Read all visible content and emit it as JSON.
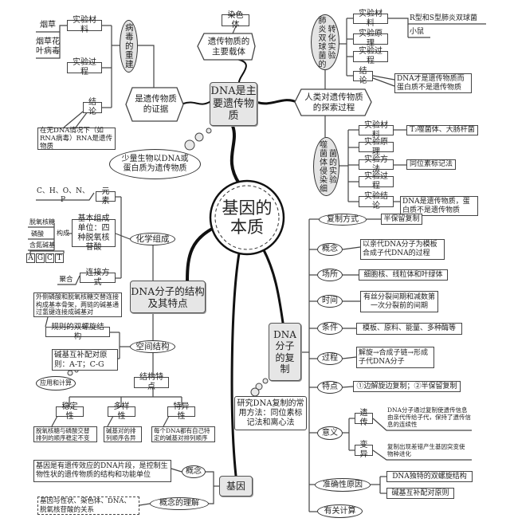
{
  "center": "基因的本质",
  "dna_main": {
    "title": "DNA是主要遗传物质",
    "carrier": "遗传物质的主要载体",
    "chromosome": "染色体",
    "evidence": "是遗传物质的证据",
    "minor": "少量生物以DNA或蛋白质为遗传物质",
    "virus": {
      "title": "病毒的重建",
      "material": "实验材料",
      "materials": [
        "烟草",
        "烟草花叶病毒"
      ],
      "process": "实验过程",
      "conclusion": "结论",
      "conclusion_text": "在无DNA情况下（如RNA病毒）RNA是遗传物质"
    }
  },
  "explore": {
    "title": "人类对遗传物质的探索过程",
    "pneumo": {
      "title": "肺炎双球菌的转化实验",
      "items": [
        "实验材料",
        "实验原理",
        "实验过程",
        "结论"
      ],
      "materials": [
        "R型和S型肺炎双球菌",
        "小鼠"
      ],
      "conclusion_text": "DNA才是遗传物质而蛋白质不是遗传物质"
    },
    "phage": {
      "title": "噬菌体侵染细菌的实验",
      "items": [
        "实验材料",
        "实验原理",
        "实验方法",
        "实验过程",
        "实验结论"
      ],
      "material_text": "T₂噬菌体、大肠杆菌",
      "method_text": "同位素标记法",
      "conclusion_text": "DNA是遗传物质，蛋白质不是遗传物质"
    }
  },
  "structure": {
    "title": "DNA分子的结构及其特点",
    "chem": {
      "title": "化学组成",
      "element": "元素",
      "element_text": "C、H、O、N、P",
      "unit": "基本组成单位：四种脱氧核苷酸",
      "parts": [
        "脱氧核糖",
        "磷酸",
        "含氮碱基"
      ],
      "compose": "构成",
      "bases": [
        "A",
        "G",
        "C",
        "T"
      ],
      "link": "连接方式",
      "link_text": "聚合"
    },
    "spatial": {
      "title": "空间结构",
      "outer": "外侧磷酸和脱氧核糖交替连接构成基本骨架，两链的碱基通过氢键连接成碱基对",
      "helix": "规则的双螺旋结构",
      "pairing": "碱基互补配对原则：A-T；C-G",
      "calc": "应用和计算"
    },
    "features": {
      "title": "结构特点",
      "items": [
        {
          "label": "稳定性",
          "desc": "脱氧核糖与磷酸交替排列的顺序稳定不变"
        },
        {
          "label": "多样性",
          "desc": "碱基对的排列顺序各异"
        },
        {
          "label": "特异性",
          "desc": "每个DNA都有自己特定的碱基对排列顺序"
        }
      ]
    }
  },
  "gene": {
    "title": "基因",
    "concept": "概念",
    "concept_text": "基因是有遗传效应的DNA片段，是控制生物性状的遗传物质的结构和功能单位",
    "understanding": "概念的理解",
    "understanding_text": "基因与性状、染色体、DNA、脱氧核苷酸的关系"
  },
  "replication": {
    "title": "DNA分子的复制",
    "method": "研究DNA复制的常用方法：同位素标记法和离心法",
    "items": [
      {
        "label": "复制方式",
        "desc": "半保留复制"
      },
      {
        "label": "概念",
        "desc": "以亲代DNA分子为模板合成子代DNA的过程"
      },
      {
        "label": "场所",
        "desc": "细胞核、线粒体和叶绿体"
      },
      {
        "label": "时间",
        "desc": "有丝分裂间期和减数第一次分裂前的间期"
      },
      {
        "label": "条件",
        "desc": "模板、原料、能量、多种酶等"
      },
      {
        "label": "过程",
        "desc": "解旋→合成子链→形成子代DNA分子"
      },
      {
        "label": "特点",
        "desc": "①边解旋边复制；②半保留复制"
      }
    ],
    "meaning": {
      "label": "意义",
      "heredity": "遗传",
      "heredity_text": "DNA分子通过复制使遗传信息由亲代传给子代，保持了遗传信息的连续性",
      "variation": "变异",
      "variation_text": "复制出现差错产生基因突变使物种进化"
    },
    "accuracy": {
      "label": "准确性原因",
      "reasons": [
        "DNA独特的双螺旋结构",
        "碱基互补配对原则"
      ]
    },
    "calc": "有关计算"
  }
}
